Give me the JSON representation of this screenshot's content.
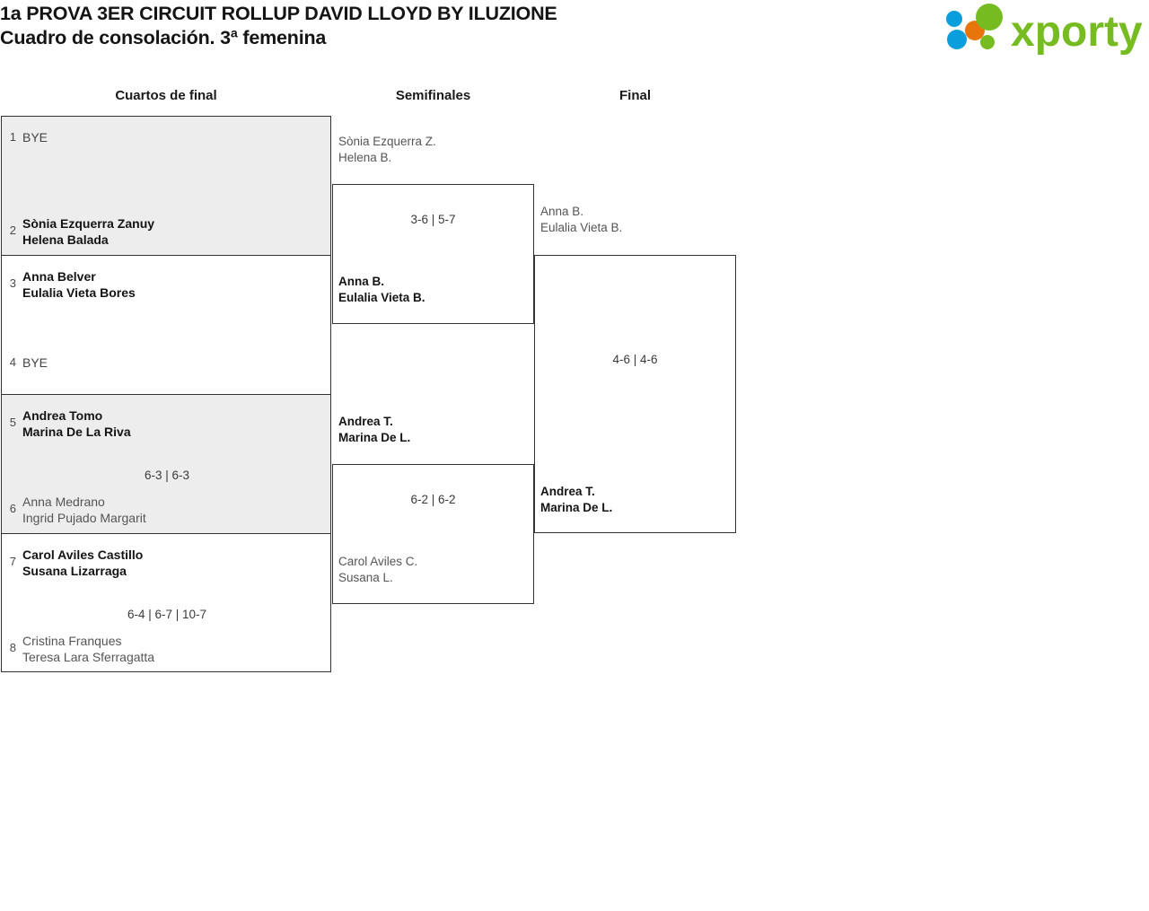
{
  "header": {
    "title_line1": "1a PROVA 3ER CIRCUIT ROLLUP DAVID LLOYD BY ILUZIONE",
    "title_line2": "Cuadro de consolación. 3ª femenina",
    "logo_text": "xporty",
    "logo_colors": {
      "green": "#76bc21",
      "blue": "#0a9fdc",
      "orange": "#e8740c"
    }
  },
  "columns": {
    "quarterfinals": "Cuartos de final",
    "semifinals": "Semifinales",
    "final": "Final"
  },
  "colors": {
    "shaded_row": "#ededed",
    "border": "#333333",
    "winner_text": "#141414",
    "loser_text": "#555555"
  },
  "quarterfinals": [
    {
      "shaded": true,
      "top": {
        "seed": "1",
        "bye": true,
        "status": "bye",
        "players": [
          "BYE"
        ]
      },
      "score": "",
      "bottom": {
        "seed": "2",
        "bye": false,
        "status": "winner",
        "players": [
          "Sònia Ezquerra Zanuy",
          "Helena Balada"
        ]
      }
    },
    {
      "shaded": false,
      "top": {
        "seed": "3",
        "bye": false,
        "status": "winner",
        "players": [
          "Anna Belver",
          "Eulalia Vieta Bores"
        ]
      },
      "score": "",
      "bottom": {
        "seed": "4",
        "bye": true,
        "status": "bye",
        "players": [
          "BYE"
        ]
      }
    },
    {
      "shaded": true,
      "top": {
        "seed": "5",
        "bye": false,
        "status": "winner",
        "players": [
          "Andrea Tomo",
          "Marina De La Riva"
        ]
      },
      "score": "6-3 | 6-3",
      "bottom": {
        "seed": "6",
        "bye": false,
        "status": "loser",
        "players": [
          "Anna Medrano",
          "Ingrid Pujado Margarit"
        ]
      }
    },
    {
      "shaded": false,
      "top": {
        "seed": "7",
        "bye": false,
        "status": "winner",
        "players": [
          "Carol Aviles Castillo",
          "Susana Lizarraga"
        ]
      },
      "score": "6-4 | 6-7 | 10-7",
      "bottom": {
        "seed": "8",
        "bye": false,
        "status": "loser",
        "players": [
          "Cristina Franques",
          "Teresa Lara Sferragatta"
        ]
      }
    }
  ],
  "semifinals": [
    {
      "upper": {
        "status": "loser",
        "players": [
          "Sònia Ezquerra Z.",
          "Helena B."
        ]
      },
      "score": "3-6 | 5-7",
      "lower": {
        "status": "winner",
        "players": [
          "Anna B.",
          "Eulalia Vieta B."
        ]
      }
    },
    {
      "upper": {
        "status": "winner",
        "players": [
          "Andrea T.",
          "Marina De L."
        ]
      },
      "score": "6-2 | 6-2",
      "lower": {
        "status": "loser",
        "players": [
          "Carol Aviles C.",
          "Susana L."
        ]
      }
    }
  ],
  "final": {
    "upper": {
      "status": "loser",
      "players": [
        "Anna B.",
        "Eulalia Vieta B."
      ]
    },
    "score": "4-6 | 4-6",
    "lower": {
      "status": "winner",
      "players": [
        "Andrea T.",
        "Marina De L."
      ]
    }
  }
}
